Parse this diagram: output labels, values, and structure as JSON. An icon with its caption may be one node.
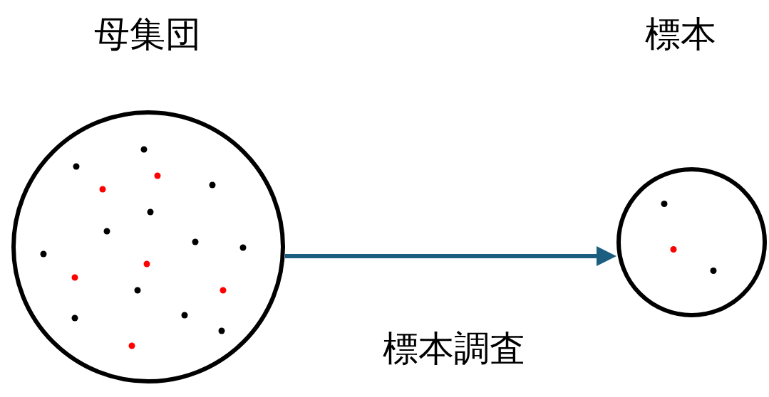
{
  "diagram": {
    "nodes": [
      {
        "text": [
          "母集団"
        ]
      },
      {
        "text": [
          "標本"
        ]
      }
    ],
    "edges": [
      {
        "from": 0,
        "to": 1,
        "arrow": "to",
        "label": "標本調査",
        "color": "#1b5e80"
      }
    ]
  }
}
